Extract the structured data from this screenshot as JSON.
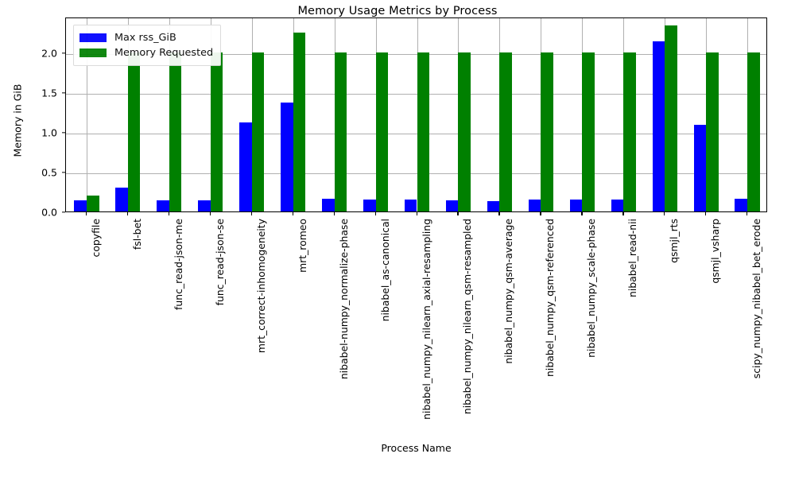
{
  "chart_data": {
    "type": "bar",
    "title": "Memory Usage Metrics by Process",
    "xlabel": "Process Name",
    "ylabel": "Memory in GiB",
    "ylim": [
      0.0,
      2.45
    ],
    "yticks": [
      "0.0",
      "0.5",
      "1.0",
      "1.5",
      "2.0"
    ],
    "ytick_values": [
      0.0,
      0.5,
      1.0,
      1.5,
      2.0
    ],
    "grid": true,
    "legend_position": "upper left",
    "categories": [
      "copyfile",
      "fsl-bet",
      "func_read-json-me",
      "func_read-json-se",
      "mrt_correct-inhomogeneity",
      "mrt_romeo",
      "nibabel-numpy_normalize-phase",
      "nibabel_as-canonical",
      "nibabel_numpy_nilearn_axial-resampling",
      "nibabel_numpy_nilearn_qsm-resampled",
      "nibabel_numpy_qsm-average",
      "nibabel_numpy_qsm-referenced",
      "nibabel_numpy_scale-phase",
      "nibabel_read-nii",
      "qsmjl_rts",
      "qsmjl_vsharp",
      "scipy_numpy_nibabel_bet_erode"
    ],
    "series": [
      {
        "name": "Max rss_GiB",
        "color": "#0000ff",
        "values": [
          0.14,
          0.3,
          0.14,
          0.14,
          1.12,
          1.37,
          0.16,
          0.15,
          0.15,
          0.14,
          0.13,
          0.15,
          0.15,
          0.15,
          2.14,
          1.09,
          0.16
        ]
      },
      {
        "name": "Memory Requested",
        "color": "#008000",
        "values": [
          0.2,
          2.0,
          2.0,
          2.0,
          2.0,
          2.25,
          2.0,
          2.0,
          2.0,
          2.0,
          2.0,
          2.0,
          2.0,
          2.0,
          2.34,
          2.0,
          2.0
        ]
      }
    ]
  }
}
